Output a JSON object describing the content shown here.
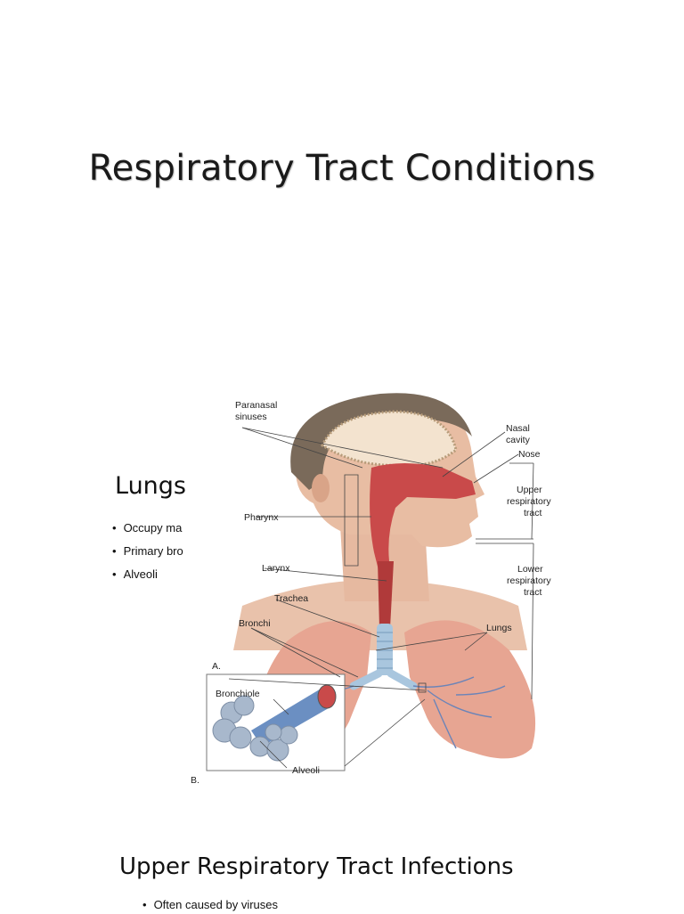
{
  "title_slide": {
    "title": "Respiratory Tract Conditions"
  },
  "lungs_slide": {
    "heading": "Lungs",
    "bullets": [
      "Occupy ma",
      "Primary bro",
      "Alveoli"
    ],
    "diagram": {
      "labels": {
        "paranasal_1": "Paranasal",
        "paranasal_2": "sinuses",
        "nasal_1": "Nasal",
        "nasal_2": "cavity",
        "nose": "Nose",
        "upper_1": "Upper",
        "upper_2": "respiratory",
        "upper_3": "tract",
        "pharynx": "Pharynx",
        "larynx": "Larynx",
        "lower_1": "Lower",
        "lower_2": "respiratory",
        "lower_3": "tract",
        "trachea": "Trachea",
        "bronchi": "Bronchi",
        "lungs": "Lungs",
        "panel_a": "A.",
        "panel_b": "B.",
        "bronchiole": "Bronchiole",
        "alveoli": "Alveoli"
      },
      "colors": {
        "skin": "#e6b9a0",
        "hair": "#7a6a5a",
        "airway": "#c94a4a",
        "lung": "#e7a592",
        "trachea": "#a9c6de",
        "bronchi_branches": "#6b84b8"
      }
    }
  },
  "uri_slide": {
    "heading": "Upper Respiratory Tract Infections",
    "bullets": [
      "Often caused by viruses"
    ]
  }
}
